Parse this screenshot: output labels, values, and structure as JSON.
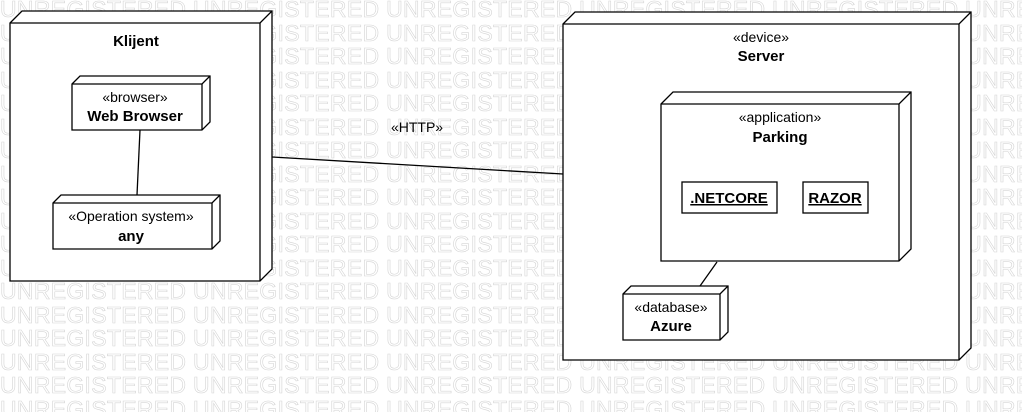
{
  "watermark": {
    "text": "UNREGISTERED"
  },
  "nodes": {
    "client": {
      "name": "Klijent"
    },
    "web_browser": {
      "stereotype": "«browser»",
      "name": "Web Browser"
    },
    "os": {
      "stereotype": "«Operation system»",
      "name": "any"
    },
    "server": {
      "stereotype": "«device»",
      "name": "Server"
    },
    "parking": {
      "stereotype": "«application»",
      "name": "Parking"
    },
    "database": {
      "stereotype": "«database»",
      "name": "Azure"
    }
  },
  "artifacts": {
    "netcore": ".NETCORE",
    "razor": "RAZOR"
  },
  "connections": {
    "http_label": "«HTTP»"
  },
  "colors": {
    "stroke": "#000000",
    "fill": "#ffffff",
    "watermark": "#d4d4d4"
  }
}
